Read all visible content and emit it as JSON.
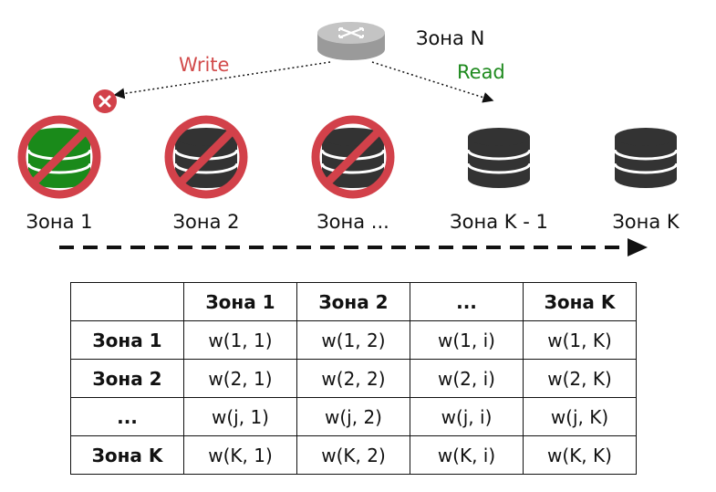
{
  "router": {
    "label": "Зона N"
  },
  "operations": {
    "write": "Write",
    "read": "Read"
  },
  "zones": [
    {
      "label": "Зона 1",
      "state": "blocked",
      "disk_color": "#1a8a1a"
    },
    {
      "label": "Зона 2",
      "state": "blocked",
      "disk_color": "#333333"
    },
    {
      "label": "Зона ...",
      "state": "blocked",
      "disk_color": "#333333"
    },
    {
      "label": "Зона K - 1",
      "state": "available",
      "disk_color": "#333333"
    },
    {
      "label": "Зона K",
      "state": "available",
      "disk_color": "#333333"
    }
  ],
  "colors": {
    "block": "#d2414a",
    "write": "#d24b4b",
    "read": "#1e8a1e"
  },
  "table": {
    "header": [
      "",
      "Зона 1",
      "Зона 2",
      "...",
      "Зона K"
    ],
    "rows": [
      {
        "label": "Зона 1",
        "cells": [
          "w(1, 1)",
          "w(1, 2)",
          "w(1, i)",
          "w(1, K)"
        ]
      },
      {
        "label": "Зона 2",
        "cells": [
          "w(2, 1)",
          "w(2, 2)",
          "w(2, i)",
          "w(2, K)"
        ]
      },
      {
        "label": "...",
        "cells": [
          "w(j, 1)",
          "w(j, 2)",
          "w(j, i)",
          "w(j, K)"
        ]
      },
      {
        "label": "Зона K",
        "cells": [
          "w(K, 1)",
          "w(K, 2)",
          "w(K, i)",
          "w(K, K)"
        ]
      }
    ]
  }
}
